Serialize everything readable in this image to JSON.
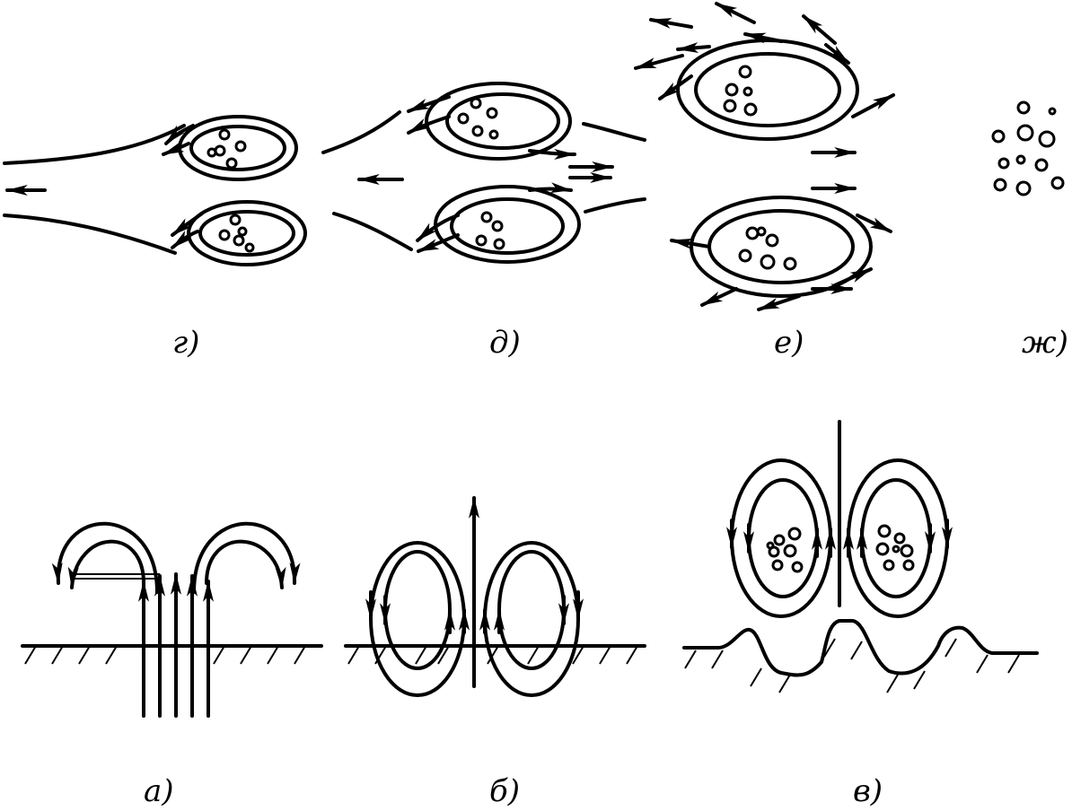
{
  "panels": {
    "g": {
      "label": "г)"
    },
    "d": {
      "label": "д)"
    },
    "e": {
      "label": "е)"
    },
    "zh": {
      "label": "ж)"
    },
    "a": {
      "label": "а)"
    },
    "b": {
      "label": "б)"
    },
    "v": {
      "label": "в)"
    }
  }
}
